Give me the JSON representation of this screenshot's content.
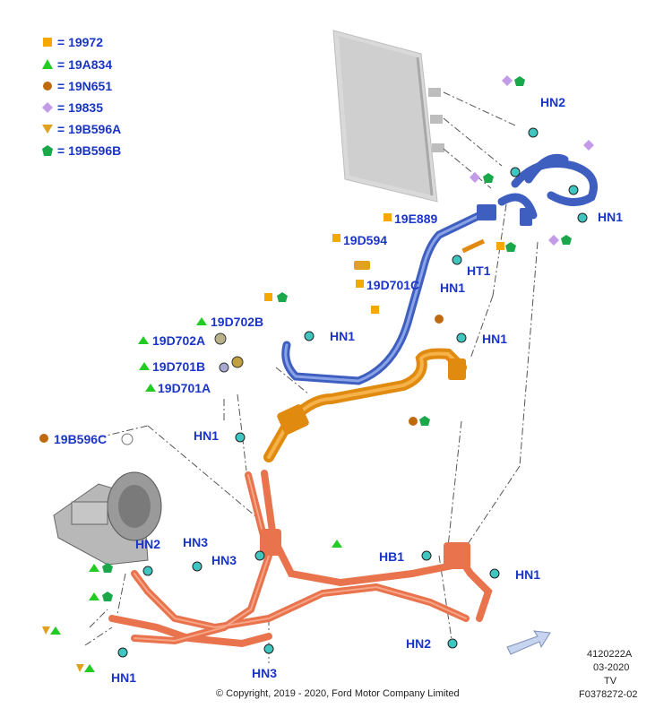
{
  "legend": [
    {
      "symbol": "square",
      "color": "#f5a800",
      "label": "= 19972"
    },
    {
      "symbol": "triangle-up",
      "color": "#22cc22",
      "label": "= 19A834"
    },
    {
      "symbol": "circle",
      "color": "#c06a10",
      "label": "= 19N651"
    },
    {
      "symbol": "diamond",
      "color": "#c39be8",
      "label": "= 19835"
    },
    {
      "symbol": "triangle-down",
      "color": "#e0a020",
      "label": "= 19B596A"
    },
    {
      "symbol": "pentagon",
      "color": "#1aa84a",
      "label": "= 19B596B"
    }
  ],
  "callouts": {
    "hn2_top": "HN2",
    "hn1_right_top": "HN1",
    "ht1": "HT1",
    "hn1_mid": "HN1",
    "p19e889": "19E889",
    "p19d594": "19D594",
    "p19d701c": "19D701C",
    "hn1_a": "HN1",
    "hn1_b": "HN1",
    "p19d702b": "19D702B",
    "p19d702a": "19D702A",
    "p19d701b": "19D701B",
    "p19d701a": "19D701A",
    "hn1_c": "HN1",
    "p19b596c": "19B596C",
    "hn2_left": "HN2",
    "hn3_a": "HN3",
    "hn3_b": "HN3",
    "hb1": "HB1",
    "hn1_d": "HN1",
    "hn2_bottom": "HN2",
    "hn1_bottom_left": "HN1",
    "hn3_bottom": "HN3"
  },
  "meta": {
    "code": "4120222A",
    "date": "03-2020",
    "initials": "TV",
    "figure": "F0378272-02"
  },
  "copyright": "© Copyright, 2019 - 2020, Ford Motor Company Limited",
  "colors": {
    "label_blue": "#1a35c8",
    "hose_blue": "#3f5fc0",
    "pipe_orange": "#e8734d",
    "hose_amber": "#e08a10",
    "clip_teal": "#3fc6c0"
  }
}
